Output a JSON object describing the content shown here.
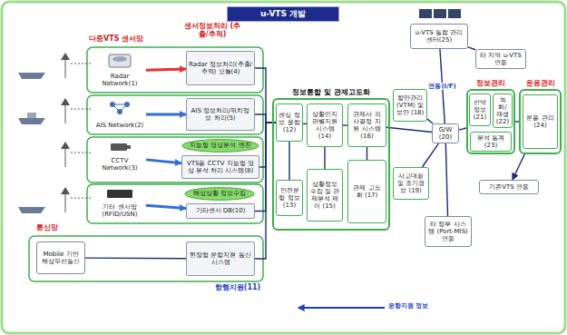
{
  "diagram": {
    "title": "u-VTS 개발",
    "nodes": [
      {
        "text": [
          "Radar Network(1)"
        ]
      },
      {
        "text": [
          "Radar 정보처리(추출/추적) 모듈(4)"
        ]
      },
      {
        "text": [
          "AIS Network(2)"
        ]
      },
      {
        "text": [
          "AIS 정보처리/위치정보 처리(5)"
        ]
      },
      {
        "text": [
          "CCTV Network(3)"
        ]
      },
      {
        "text": [
          "지능형 영상분석 엔진"
        ]
      },
      {
        "text": [
          "VTS용 CCTV 지능형 영상 분석 처리 시스템(8)"
        ]
      },
      {
        "text": [
          "기타 센서망 (RFID/USN)"
        ]
      },
      {
        "text": [
          "해상상황 정보수집"
        ]
      },
      {
        "text": [
          "기타센서 DB(10)"
        ]
      },
      {
        "text": [
          "Mobile 기반 해상무선통신"
        ]
      },
      {
        "text": [
          "현장형 운항지원 통신시스템"
        ]
      },
      {
        "text": [
          "정보통합 및 관제고도화"
        ]
      },
      {
        "text": [
          "센싱 정보 융합 (12)"
        ],
        "in": 12
      },
      {
        "text": [
          "안전운항 정보 (13)"
        ],
        "in": 12
      },
      {
        "text": [
          "상황인지 판별지원 시스템 (14)"
        ],
        "in": 12
      },
      {
        "text": [
          "상황정보 수집 및 관제분석 제어 (15)"
        ],
        "in": 12
      },
      {
        "text": [
          "관제사 의사결정 지원 시스템 (16)"
        ],
        "in": 12
      },
      {
        "text": [
          "관제 고도화 (17)"
        ],
        "in": 12
      },
      {
        "text": [
          "항만관리 (VTM) 및 보안 (18)"
        ]
      },
      {
        "text": [
          "사고대응 및 조기경보 (19)"
        ]
      },
      {
        "text": [
          "G/W (20)"
        ]
      },
      {
        "text": [
          "u-VTS 통합 관리 센터(25)"
        ]
      },
      {
        "text": [
          "타 지역 u-VTS 연동"
        ]
      },
      {
        "text": [
          "정보관리"
        ]
      },
      {
        "text": [
          "선박 정보 (21)"
        ],
        "in": 24
      },
      {
        "text": [
          "녹화/재생 (22)"
        ],
        "in": 24
      },
      {
        "text": [
          "분석 통계(23)"
        ],
        "in": 24
      },
      {
        "text": [
          "운용관리"
        ]
      },
      {
        "text": [
          "운용 관리(24)"
        ],
        "in": 28
      },
      {
        "text": [
          "기존VTS 연동"
        ]
      },
      {
        "text": [
          "타 정부 시스템 (Port-MIS) 연동"
        ]
      }
    ],
    "edges": [
      {
        "from": 0,
        "to": 1,
        "arrow": "to"
      },
      {
        "from": 2,
        "to": 3,
        "arrow": "to"
      },
      {
        "from": 4,
        "to": 6,
        "arrow": "to"
      },
      {
        "from": 7,
        "to": 9,
        "arrow": "to"
      },
      {
        "from": 1,
        "to": 13,
        "arrow": "none"
      },
      {
        "from": 3,
        "to": 13,
        "arrow": "none"
      },
      {
        "from": 6,
        "to": 13,
        "arrow": "none"
      },
      {
        "from": 9,
        "to": 13,
        "arrow": "none"
      },
      {
        "from": 11,
        "to": 13,
        "arrow": "none"
      },
      {
        "from": 10,
        "to": 11,
        "arrow": "none"
      },
      {
        "from": 13,
        "to": 15,
        "arrow": "none"
      },
      {
        "from": 15,
        "to": 17,
        "arrow": "none"
      },
      {
        "from": 14,
        "to": 13,
        "arrow": "none"
      },
      {
        "from": 16,
        "to": 15,
        "arrow": "none"
      },
      {
        "from": 18,
        "to": 17,
        "arrow": "none"
      },
      {
        "from": 17,
        "to": 21,
        "arrow": "none"
      },
      {
        "from": 19,
        "to": 21,
        "arrow": "none"
      },
      {
        "from": 20,
        "to": 21,
        "arrow": "none"
      },
      {
        "from": 21,
        "to": 22,
        "label": "연동(I/F)",
        "arrow": "none"
      },
      {
        "from": 22,
        "to": 23,
        "arrow": "none"
      },
      {
        "from": 21,
        "to": 24,
        "arrow": "none"
      },
      {
        "from": 24,
        "to": 28,
        "arrow": "none"
      },
      {
        "from": 21,
        "to": 31,
        "arrow": "none"
      },
      {
        "from": 28,
        "to": 30,
        "arrow": "to"
      }
    ],
    "labels": [
      "다중VTS 센서망",
      "센서정보처리 (추출/추적)",
      "통신망",
      "항행지원(11)",
      "운항지원 정보"
    ]
  }
}
